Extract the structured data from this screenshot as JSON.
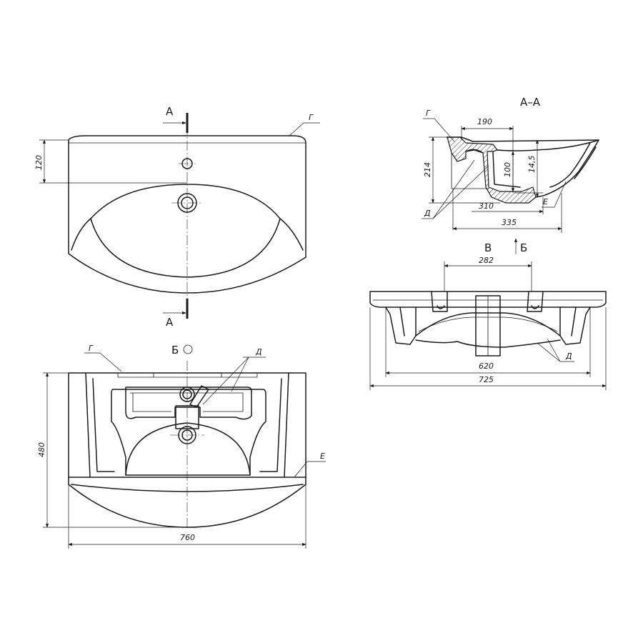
{
  "views": {
    "top": {
      "cut_a_top": "А",
      "cut_a_bottom": "А",
      "label_g": "Г",
      "dim_120": "120"
    },
    "bottom": {
      "title": "Б",
      "label_g": "Г",
      "label_d": "Д",
      "label_e": "Е",
      "dim_480": "480",
      "dim_760": "760"
    },
    "section": {
      "title": "А–А",
      "label_g": "Г",
      "label_d": "Д",
      "label_e": "Е",
      "dim_190": "190",
      "dim_214": "214",
      "dim_100": "100",
      "dim_145": "14,5",
      "dim_310": "310",
      "dim_335": "335",
      "arrow_b": "Б"
    },
    "front": {
      "title": "В",
      "label_d": "Д",
      "dim_282": "282",
      "dim_620": "620",
      "dim_725": "725"
    }
  }
}
